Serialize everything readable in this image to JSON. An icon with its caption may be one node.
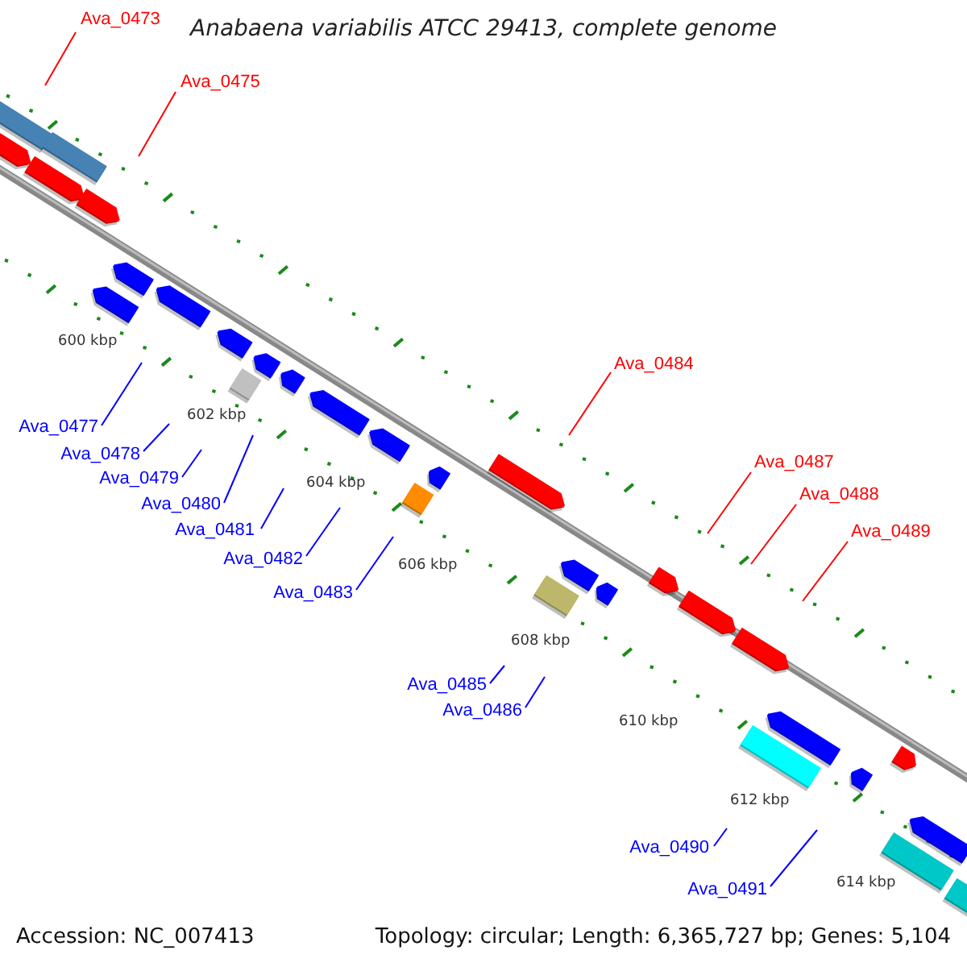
{
  "diagram": {
    "title": "Anabaena variabilis ATCC 29413, complete genome",
    "nodes": [
      {
        "text": [
          "Ava_0473"
        ]
      },
      {
        "text": [
          "Ava_0475"
        ]
      },
      {
        "text": [
          "Ava_0477"
        ]
      },
      {
        "text": [
          "Ava_0478"
        ]
      },
      {
        "text": [
          "Ava_0479"
        ]
      },
      {
        "text": [
          "Ava_0480"
        ]
      },
      {
        "text": [
          "Ava_0481"
        ]
      },
      {
        "text": [
          "Ava_0482"
        ]
      },
      {
        "text": [
          "Ava_0483"
        ]
      },
      {
        "text": [
          "Ava_0484"
        ]
      },
      {
        "text": [
          "Ava_0485"
        ]
      },
      {
        "text": [
          "Ava_0486"
        ]
      },
      {
        "text": [
          "Ava_0487"
        ]
      },
      {
        "text": [
          "Ava_0488"
        ]
      },
      {
        "text": [
          "Ava_0489"
        ]
      },
      {
        "text": [
          "Ava_0490"
        ]
      },
      {
        "text": [
          "Ava_0491"
        ]
      }
    ],
    "edges": [
      {
        "from": 0,
        "to": null,
        "arrow": "none",
        "color": "#ff0000"
      },
      {
        "from": 1,
        "to": null,
        "arrow": "none",
        "color": "#ff0000"
      },
      {
        "from": 2,
        "to": null,
        "arrow": "none"
      },
      {
        "from": 3,
        "to": null,
        "arrow": "none"
      },
      {
        "from": 4,
        "to": null,
        "arrow": "none"
      },
      {
        "from": 5,
        "to": null,
        "arrow": "none"
      },
      {
        "from": 6,
        "to": null,
        "arrow": "none"
      },
      {
        "from": 7,
        "to": null,
        "arrow": "none"
      },
      {
        "from": 8,
        "to": null,
        "arrow": "none"
      },
      {
        "from": 9,
        "to": null,
        "arrow": "none",
        "color": "#ff0000"
      },
      {
        "from": 10,
        "to": null,
        "arrow": "none"
      },
      {
        "from": 11,
        "to": null,
        "arrow": "none"
      },
      {
        "from": 12,
        "to": null,
        "arrow": "none",
        "color": "#ff0000"
      },
      {
        "from": 13,
        "to": null,
        "arrow": "none",
        "color": "#ff0000"
      },
      {
        "from": 14,
        "to": null,
        "arrow": "none",
        "color": "#ff0000"
      },
      {
        "from": 15,
        "to": null,
        "arrow": "none"
      },
      {
        "from": 16,
        "to": null,
        "arrow": "none"
      }
    ],
    "labels": [
      "600 kbp",
      "602 kbp",
      "604 kbp",
      "606 kbp",
      "608 kbp",
      "610 kbp",
      "612 kbp",
      "614 kbp",
      "Accession: NC_007413",
      "Topology: circular; Length: 6,365,727 bp; Genes: 5,104"
    ]
  }
}
